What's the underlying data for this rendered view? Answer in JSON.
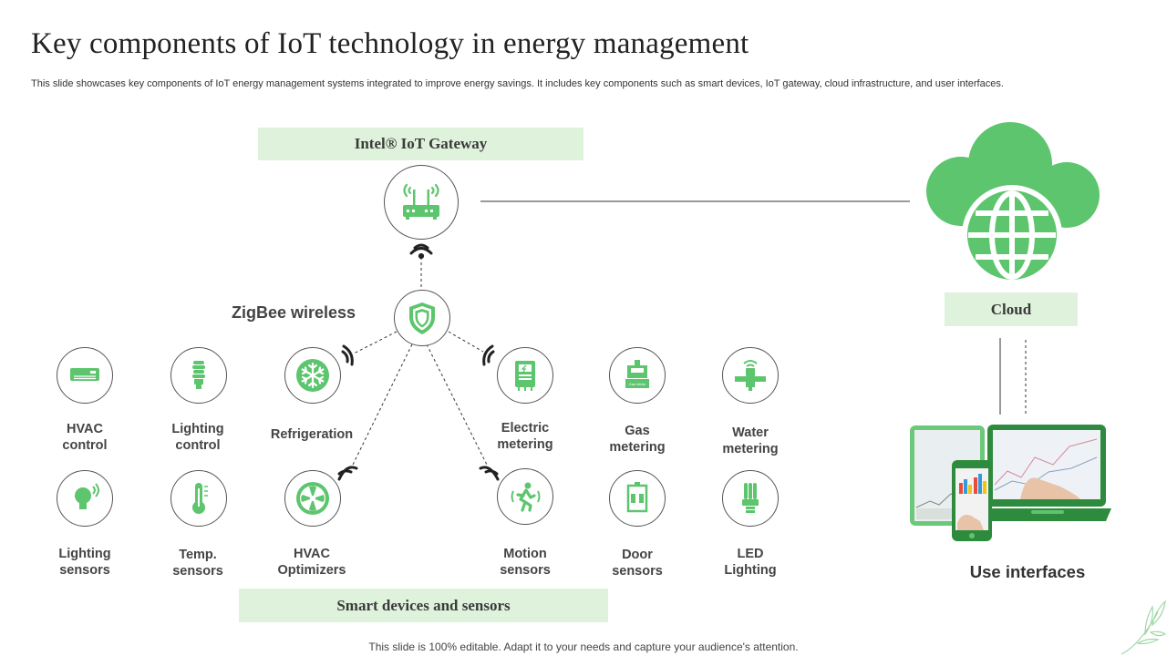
{
  "title": "Key components of IoT technology in energy management",
  "subtitle": "This slide showcases key components of IoT energy management systems integrated to improve energy savings. It includes key components such as smart devices, IoT gateway,  cloud infrastructure, and user interfaces.",
  "gateway_label": "Intel® IoT Gateway",
  "zigbee_label": "ZigBee wireless",
  "cloud_label": "Cloud",
  "smart_devices_label": "Smart devices and sensors",
  "user_interfaces_label": "Use interfaces",
  "gas_meter_badge": "Gas Meter",
  "devices": [
    {
      "label": "HVAC\ncontrol",
      "icon": "ac-unit-icon"
    },
    {
      "label": "Lighting\ncontrol",
      "icon": "cfl-bulb-icon"
    },
    {
      "label": "Refrigeration",
      "icon": "snowflake-icon"
    },
    {
      "label": "Electric\nmetering",
      "icon": "electric-meter-icon"
    },
    {
      "label": "Gas\nmetering",
      "icon": "gas-meter-icon"
    },
    {
      "label": "Water\nmetering",
      "icon": "water-meter-icon"
    },
    {
      "label": "Lighting\nsensors",
      "icon": "smart-bulb-icon"
    },
    {
      "label": "Temp.\nsensors",
      "icon": "thermometer-icon"
    },
    {
      "label": "HVAC\nOptimizers",
      "icon": "fan-icon"
    },
    {
      "label": "Motion\nsensors",
      "icon": "motion-sensor-icon"
    },
    {
      "label": "Door\nsensors",
      "icon": "door-sensor-icon"
    },
    {
      "label": "LED\nLighting",
      "icon": "led-bulb-icon"
    }
  ],
  "footer": "This slide is 100% editable. Adapt it to your needs and capture your audience's attention.",
  "colors": {
    "accent": "#5cc56d",
    "band": "#dff2dc",
    "dark_green": "#2e8b3e"
  }
}
